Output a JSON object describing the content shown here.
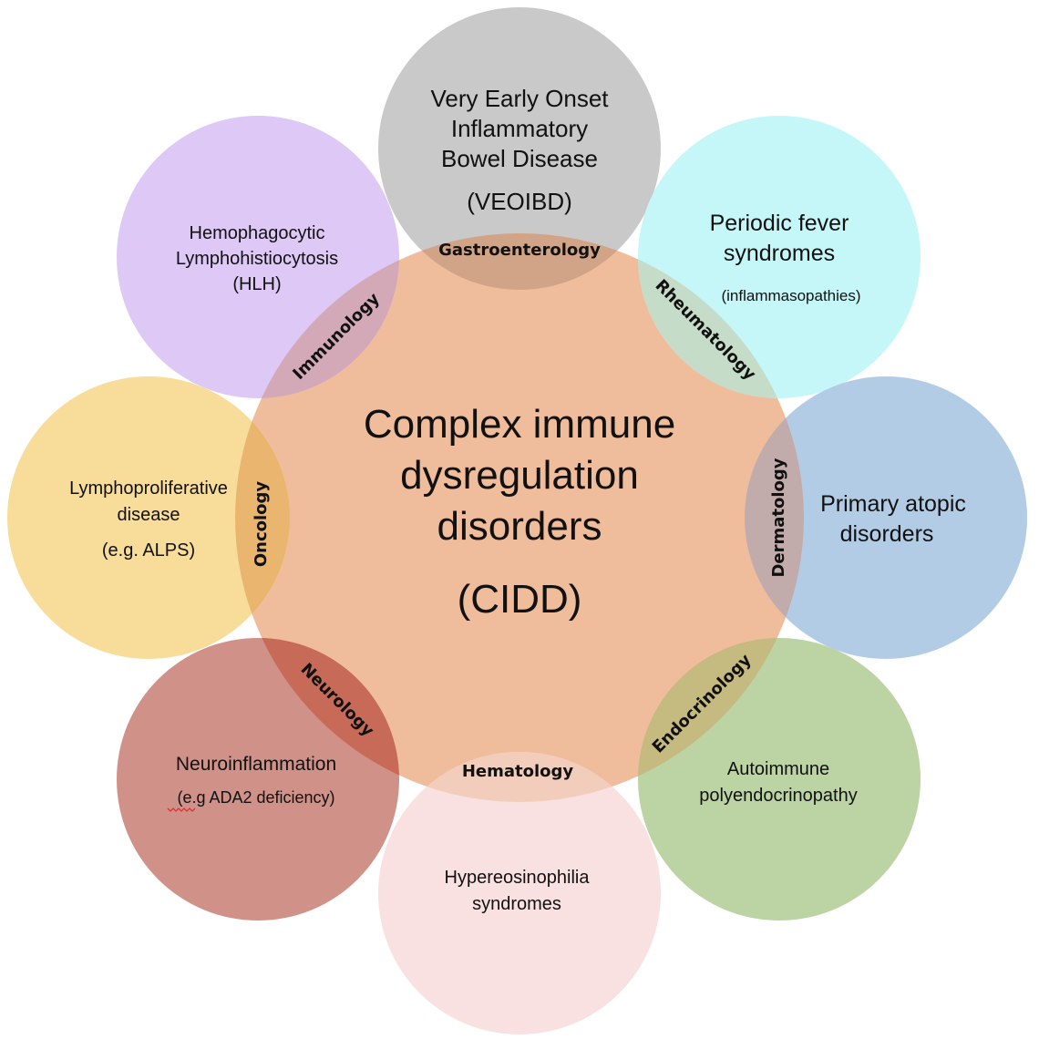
{
  "center": {
    "lines": [
      "Complex immune",
      "dysregulation",
      "disorders",
      "(CIDD)"
    ],
    "color": "#f0bd9c"
  },
  "satellites": [
    {
      "id": "veoibd",
      "lines": [
        "Very Early Onset",
        "Inflammatory",
        "Bowel Disease",
        "(VEOIBD)"
      ],
      "specialty": "Gastroenterology",
      "color": "#c9c9c9",
      "overlap_color": "#d2a487"
    },
    {
      "id": "periodic-fever",
      "lines": [
        "Periodic fever",
        "syndromes",
        "(inflammasopathies)"
      ],
      "specialty": "Rheumatology",
      "color": "#c6f7f8",
      "overlap_color": "#c5dcc9"
    },
    {
      "id": "atopic",
      "lines": [
        "Primary atopic",
        "disorders"
      ],
      "specialty": "Dermatology",
      "color": "#b3cce6",
      "overlap_color": "#c2acab"
    },
    {
      "id": "polyendocrinopathy",
      "lines": [
        "Autoimmune",
        "polyendocrinopathy"
      ],
      "specialty": "Endocrinology",
      "color": "#bcd4a3",
      "overlap_color": "#c5ba7f"
    },
    {
      "id": "hypereosinophilia",
      "lines": [
        "Hypereosinophilia",
        "syndromes"
      ],
      "specialty": "Hematology",
      "color": "#f8e1e0",
      "overlap_color": "#f2cdbb"
    },
    {
      "id": "neuroinflammation",
      "lines": [
        "Neuroinflammation",
        "(e.g ADA2 deficiency)"
      ],
      "specialty": "Neurology",
      "color": "#d09188",
      "overlap_color": "#c76a57"
    },
    {
      "id": "lymphoproliferative",
      "lines": [
        "Lymphoproliferative",
        "disease",
        "(e.g. ALPS)"
      ],
      "specialty": "Oncology",
      "color": "#f8dc9a",
      "overlap_color": "#eab56e"
    },
    {
      "id": "hlh",
      "lines": [
        "Hemophagocytic",
        "Lymphohistiocytosis",
        "(HLH)"
      ],
      "specialty": "Immunology",
      "color": "#dec8f5",
      "overlap_color": "#d3a9b8"
    }
  ]
}
